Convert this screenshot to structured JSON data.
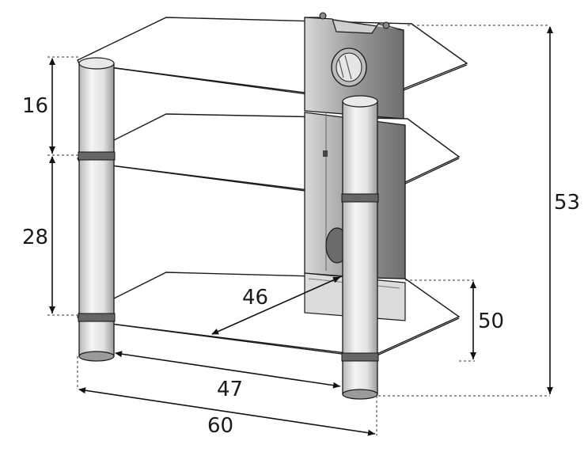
{
  "diagram": {
    "dimensions": {
      "shelf_gap_top": "16",
      "shelf_gap_lower": "28",
      "total_height": "53",
      "shelf_depth": "50",
      "inner_depth_diagonal": "46",
      "inner_width": "47",
      "overall_width": "60"
    },
    "colors": {
      "outline": "#1a1a1a",
      "glass_fill": "#ffffff",
      "pillar_light": "#f4f4f4",
      "pillar_shade": "#b8b8b8",
      "panel_dark": "#9a9a9a",
      "panel_light": "#e0e0e0"
    }
  }
}
